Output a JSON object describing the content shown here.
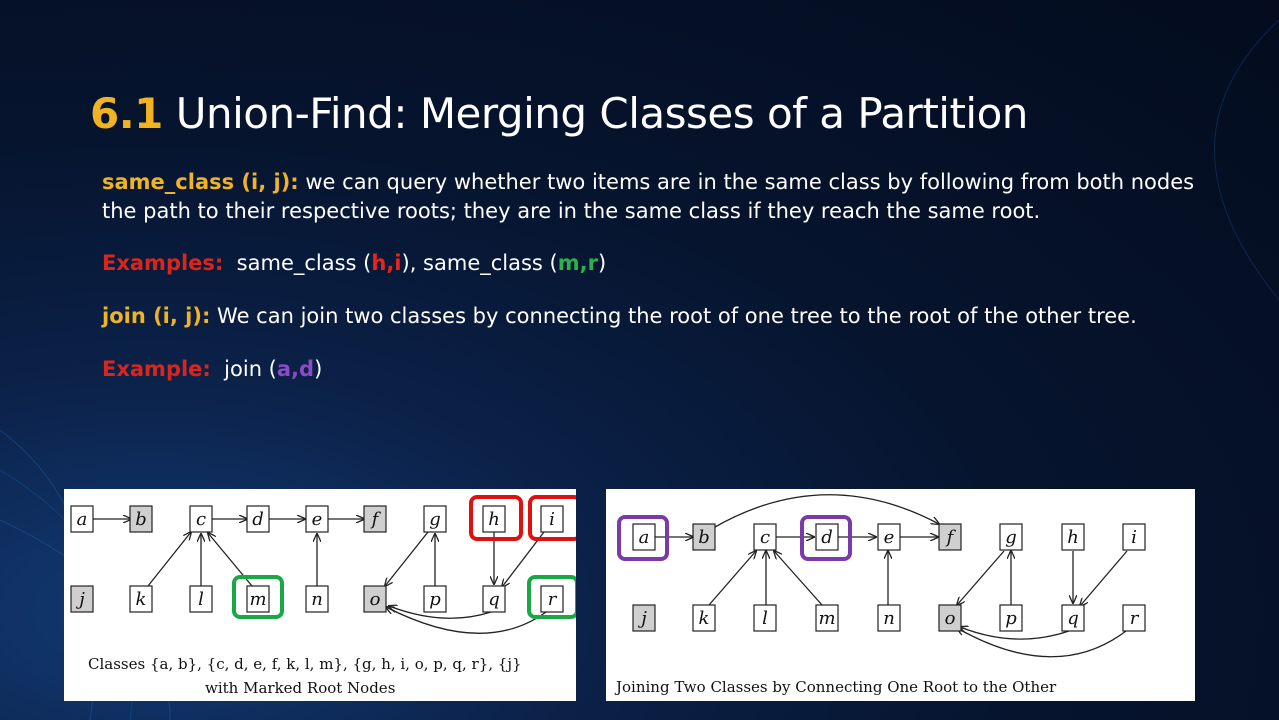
{
  "title": {
    "number": "6.1",
    "text": "Union-Find: Merging Classes of a Partition"
  },
  "same_class": {
    "term": "same_class (i,  j):",
    "desc": " we can query whether two items are in the same class by following from both nodes the path to their respective roots; they are in the same class if they reach the same root."
  },
  "examples1": {
    "label": "Examples:",
    "prefix": "  same_class (",
    "arg1": "h,i",
    "mid": "), same_class (",
    "arg2": "m,r",
    "suffix": ")"
  },
  "join": {
    "term": "join (i,  j):",
    "desc": " We can join two classes by connecting the root of one tree to the root of the other tree."
  },
  "example2": {
    "label": "Example:",
    "prefix": "  join (",
    "arg": "a,d",
    "suffix": ")"
  },
  "figure1": {
    "caption_line1": "Classes {a, b}, {c, d, e, f, k, l, m}, {g, h, i, o, p, q, r}, {j}",
    "caption_line2": "with Marked Root Nodes",
    "nodes": [
      {
        "label": "a",
        "shaded": false
      },
      {
        "label": "b",
        "shaded": true
      },
      {
        "label": "c",
        "shaded": false
      },
      {
        "label": "d",
        "shaded": false
      },
      {
        "label": "e",
        "shaded": false
      },
      {
        "label": "f",
        "shaded": true
      },
      {
        "label": "g",
        "shaded": false
      },
      {
        "label": "h",
        "shaded": false
      },
      {
        "label": "i",
        "shaded": false
      },
      {
        "label": "j",
        "shaded": true
      },
      {
        "label": "k",
        "shaded": false
      },
      {
        "label": "l",
        "shaded": false
      },
      {
        "label": "m",
        "shaded": false
      },
      {
        "label": "n",
        "shaded": false
      },
      {
        "label": "o",
        "shaded": true
      },
      {
        "label": "p",
        "shaded": false
      },
      {
        "label": "q",
        "shaded": false
      },
      {
        "label": "r",
        "shaded": false
      }
    ],
    "highlight_colors": {
      "red": "#e01010",
      "green": "#1aa845"
    }
  },
  "figure2": {
    "caption": "Joining Two Classes by Connecting One Root to the Other",
    "nodes": [
      {
        "label": "a",
        "shaded": false
      },
      {
        "label": "b",
        "shaded": true
      },
      {
        "label": "c",
        "shaded": false
      },
      {
        "label": "d",
        "shaded": false
      },
      {
        "label": "e",
        "shaded": false
      },
      {
        "label": "f",
        "shaded": true
      },
      {
        "label": "g",
        "shaded": false
      },
      {
        "label": "h",
        "shaded": false
      },
      {
        "label": "i",
        "shaded": false
      },
      {
        "label": "j",
        "shaded": true
      },
      {
        "label": "k",
        "shaded": false
      },
      {
        "label": "l",
        "shaded": false
      },
      {
        "label": "m",
        "shaded": false
      },
      {
        "label": "n",
        "shaded": false
      },
      {
        "label": "o",
        "shaded": true
      },
      {
        "label": "p",
        "shaded": false
      },
      {
        "label": "q",
        "shaded": false
      },
      {
        "label": "r",
        "shaded": false
      }
    ],
    "highlight_color": "#7a3aa8"
  }
}
